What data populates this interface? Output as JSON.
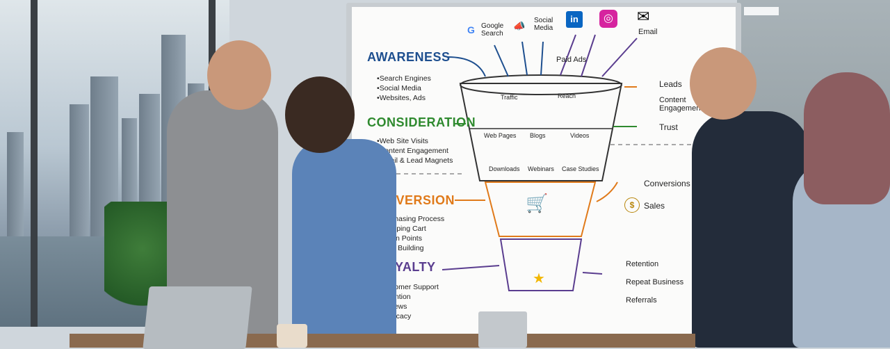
{
  "board": {
    "top_channels": {
      "google": "Google\nSearch",
      "social": "Social\nMedia",
      "paid": "Paid Ads",
      "email": "Email"
    },
    "stages": {
      "awareness": {
        "title": "AWARENESS",
        "color": "#1e4f8f",
        "items": [
          "Search Engines",
          "Social Media",
          "Websites, Ads"
        ]
      },
      "consideration": {
        "title": "CONSIDERATION",
        "color": "#2f8a2f",
        "items": [
          "Web Site Visits",
          "Content Engagement",
          "Email & Lead Magnets"
        ]
      },
      "conversion": {
        "title": "CONVERSION",
        "color": "#e07a1a",
        "items": [
          "Purchasing Process",
          "Shopping Cart",
          "Action Points",
          "Trust Building"
        ]
      },
      "loyalty": {
        "title": "LOYALTY",
        "color": "#5a3d8f",
        "items": [
          "Customer Support",
          "Retention",
          "Reviews",
          "Advocacy"
        ]
      }
    },
    "funnel": {
      "top": [
        "Traffic",
        "Reach"
      ],
      "mid1": [
        "Web Pages",
        "Blogs",
        "Videos"
      ],
      "mid2": [
        "Downloads",
        "Webinars",
        "Case Studies"
      ]
    },
    "outcomes": {
      "leads": "Leads",
      "content_engagement": "Content\nEngagement",
      "trust": "Trust",
      "conversions": "Conversions",
      "sales": "Sales",
      "retention": "Retention",
      "repeat_business": "Repeat Business",
      "referrals": "Referrals"
    },
    "icons": {
      "google": "G",
      "megaphone": "📣",
      "linkedin": "in",
      "instagram": "◎",
      "email": "✉",
      "cart": "🛒",
      "star": "★",
      "dollar": "$"
    }
  }
}
